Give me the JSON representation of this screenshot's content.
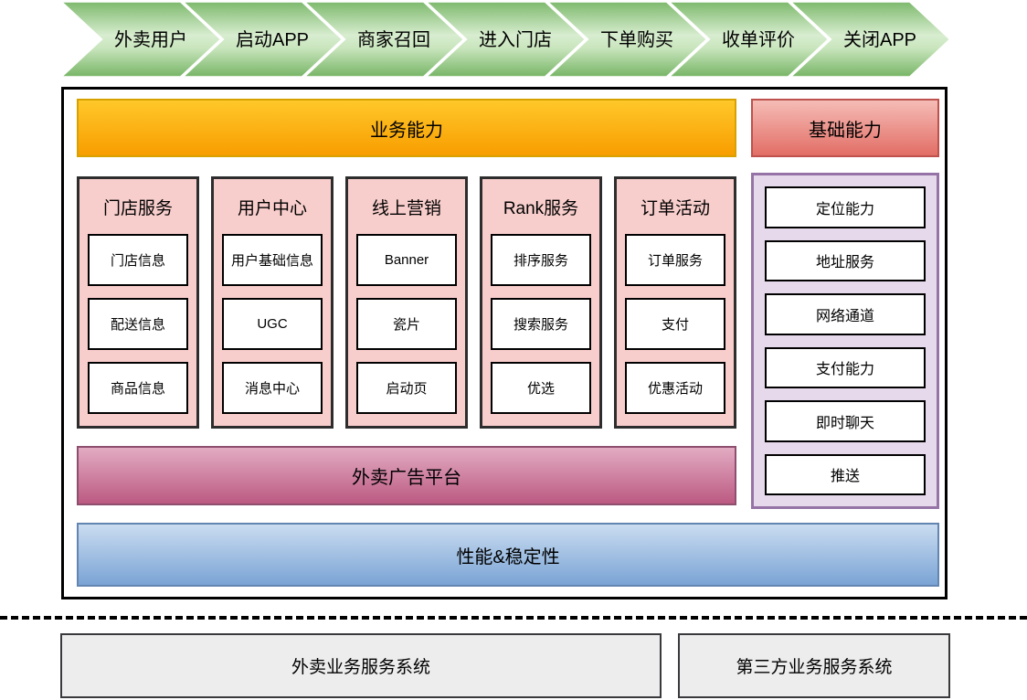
{
  "ribbon": {
    "steps": [
      "外卖用户",
      "启动APP",
      "商家召回",
      "进入门店",
      "下单购买",
      "收单评价",
      "关闭APP"
    ]
  },
  "capabilities": {
    "business_title": "业务能力",
    "basic_title": "基础能力"
  },
  "business_columns": [
    {
      "title": "门店服务",
      "items": [
        "门店信息",
        "配送信息",
        "商品信息"
      ]
    },
    {
      "title": "用户中心",
      "items": [
        "用户基础信息",
        "UGC",
        "消息中心"
      ]
    },
    {
      "title": "线上营销",
      "items": [
        "Banner",
        "瓷片",
        "启动页"
      ]
    },
    {
      "title": "Rank服务",
      "items": [
        "排序服务",
        "搜索服务",
        "优选"
      ]
    },
    {
      "title": "订单活动",
      "items": [
        "订单服务",
        "支付",
        "优惠活动"
      ]
    }
  ],
  "basic_items": [
    "定位能力",
    "地址服务",
    "网络通道",
    "支付能力",
    "即时聊天",
    "推送"
  ],
  "banners": {
    "ad_platform": "外卖广告平台",
    "performance": "性能&稳定性"
  },
  "backend": {
    "left": "外卖业务服务系统",
    "right": "第三方业务服务系统"
  },
  "colors": {
    "arrow_green_dark": "#7bb86a",
    "arrow_green_light": "#d8edd0",
    "business_orange_top": "#ffc82a",
    "business_orange_bottom": "#f89d00",
    "business_orange_border": "#d7a200",
    "basic_red_top": "#f5bcb6",
    "basic_red_bottom": "#e26e66",
    "basic_red_border": "#be514d",
    "column_pink": "#f8cecc",
    "purple_fill": "#e6d9eb",
    "purple_border": "#9673a6",
    "ad_pink_top": "#e2abc2",
    "ad_pink_bottom": "#bc5a82",
    "ad_pink_border": "#8e4e6e",
    "perf_blue_top": "#cadcf0",
    "perf_blue_bottom": "#7aa4d5",
    "perf_blue_border": "#6285b1",
    "backend_gray": "#ededee",
    "backend_border": "#3a3a3e"
  }
}
